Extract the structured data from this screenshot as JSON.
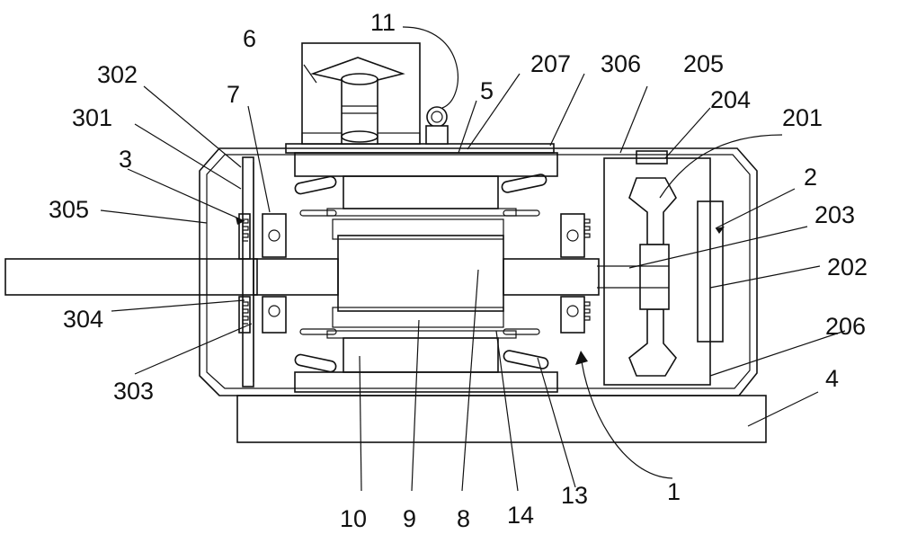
{
  "labels": {
    "l11": "11",
    "l6": "6",
    "l302": "302",
    "l207": "207",
    "l306": "306",
    "l205": "205",
    "l204": "204",
    "l201": "201",
    "l7": "7",
    "l5": "5",
    "l301": "301",
    "l3": "3",
    "l2": "2",
    "l305": "305",
    "l203": "203",
    "l202": "202",
    "l304": "304",
    "l206": "206",
    "l303": "303",
    "l4": "4",
    "l1": "1",
    "l10": "10",
    "l9": "9",
    "l8": "8",
    "l14": "14",
    "l13": "13"
  },
  "colors": {
    "line": "#111111",
    "background": "#ffffff"
  }
}
